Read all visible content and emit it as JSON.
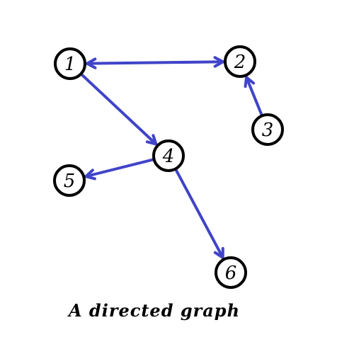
{
  "caption": "A directed graph",
  "colors": {
    "edge": "#4044c8",
    "node_stroke": "#000000",
    "node_fill": "#ffffff",
    "background": "#ffffff"
  },
  "nodes": [
    {
      "id": "1",
      "label": "1"
    },
    {
      "id": "2",
      "label": "2"
    },
    {
      "id": "3",
      "label": "3"
    },
    {
      "id": "4",
      "label": "4"
    },
    {
      "id": "5",
      "label": "5"
    },
    {
      "id": "6",
      "label": "6"
    }
  ],
  "edges": [
    {
      "from": "1",
      "to": "2",
      "bidirectional": true
    },
    {
      "from": "3",
      "to": "2",
      "bidirectional": false
    },
    {
      "from": "1",
      "to": "4",
      "bidirectional": false
    },
    {
      "from": "4",
      "to": "5",
      "bidirectional": false
    },
    {
      "from": "4",
      "to": "6",
      "bidirectional": false
    }
  ]
}
